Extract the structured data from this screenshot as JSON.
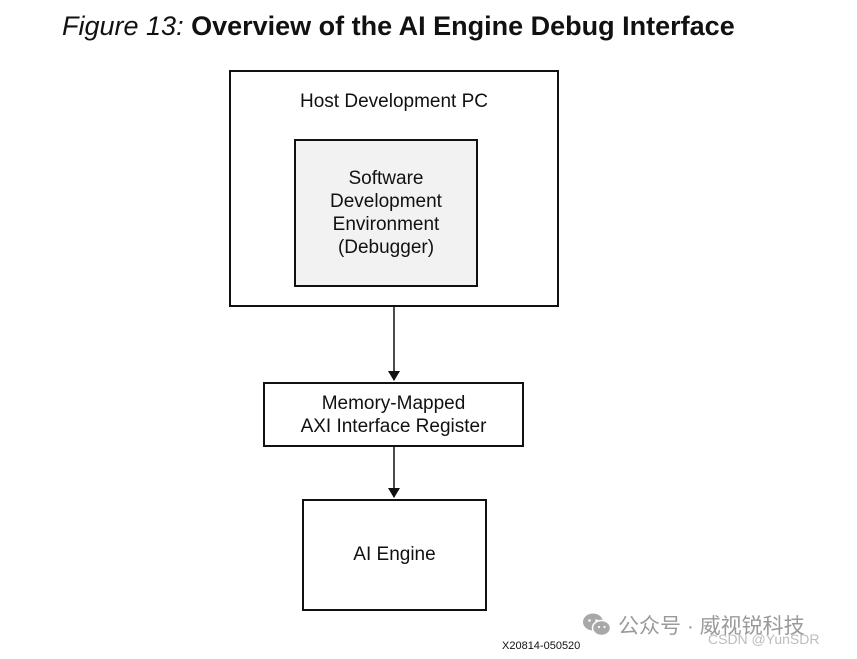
{
  "figure": {
    "label": "Figure 13:",
    "title": "Overview of the AI Engine Debug Interface"
  },
  "nodes": {
    "host": {
      "label": "Host Development PC"
    },
    "sde": {
      "lines": [
        "Software",
        "Development",
        "Environment",
        "(Debugger)"
      ]
    },
    "memory_mapped": {
      "lines": [
        "Memory-Mapped",
        "AXI Interface Register"
      ]
    },
    "ai_engine": {
      "label": "AI Engine"
    }
  },
  "edges": [
    {
      "from": "Host Development PC",
      "to": "Memory-Mapped AXI Interface Register"
    },
    {
      "from": "Memory-Mapped AXI Interface Register",
      "to": "AI Engine"
    }
  ],
  "figure_id": "X20814-050520",
  "watermark": {
    "text": "公众号 · 威视锐科技",
    "icon": "wechat-icon",
    "source": "CSDN @YunSDR"
  }
}
